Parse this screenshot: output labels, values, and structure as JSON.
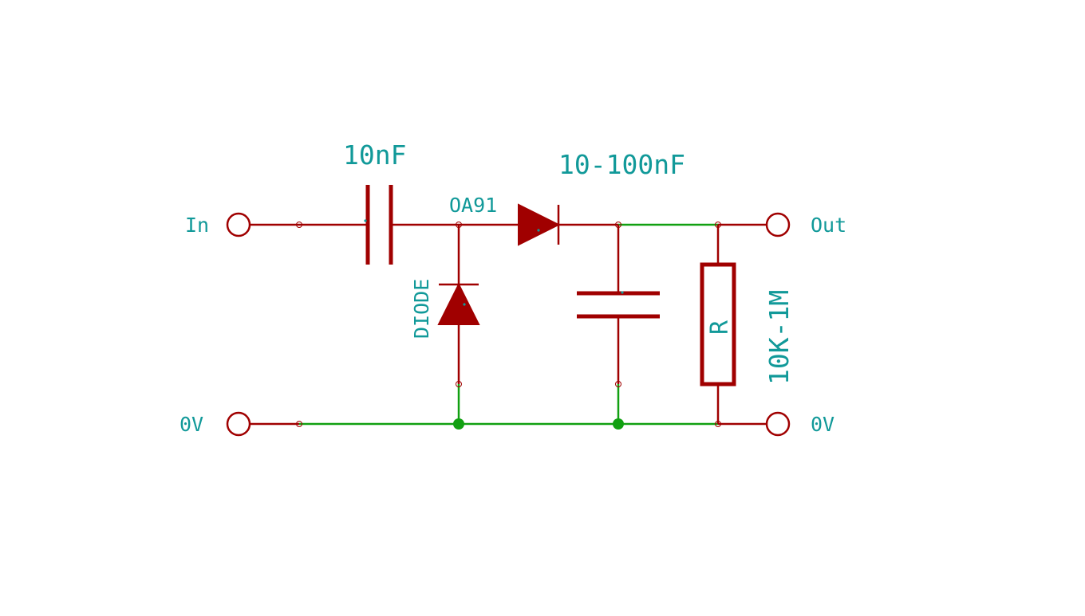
{
  "colors": {
    "background": "#ffffff",
    "component": "#a00000",
    "wire": "#11a011",
    "label": "#119999",
    "junction": "#11a011"
  },
  "terminals": {
    "in": "In",
    "out": "Out",
    "gnd_left": "0V",
    "gnd_right": "0V"
  },
  "components": {
    "input_capacitor": {
      "value": "10nF"
    },
    "series_diode": {
      "value": "OA91"
    },
    "shunt_diode": {
      "value": "DIODE"
    },
    "output_capacitor": {
      "value": "10-100nF"
    },
    "load_resistor": {
      "ref": "R",
      "value": "10K-1M"
    }
  }
}
